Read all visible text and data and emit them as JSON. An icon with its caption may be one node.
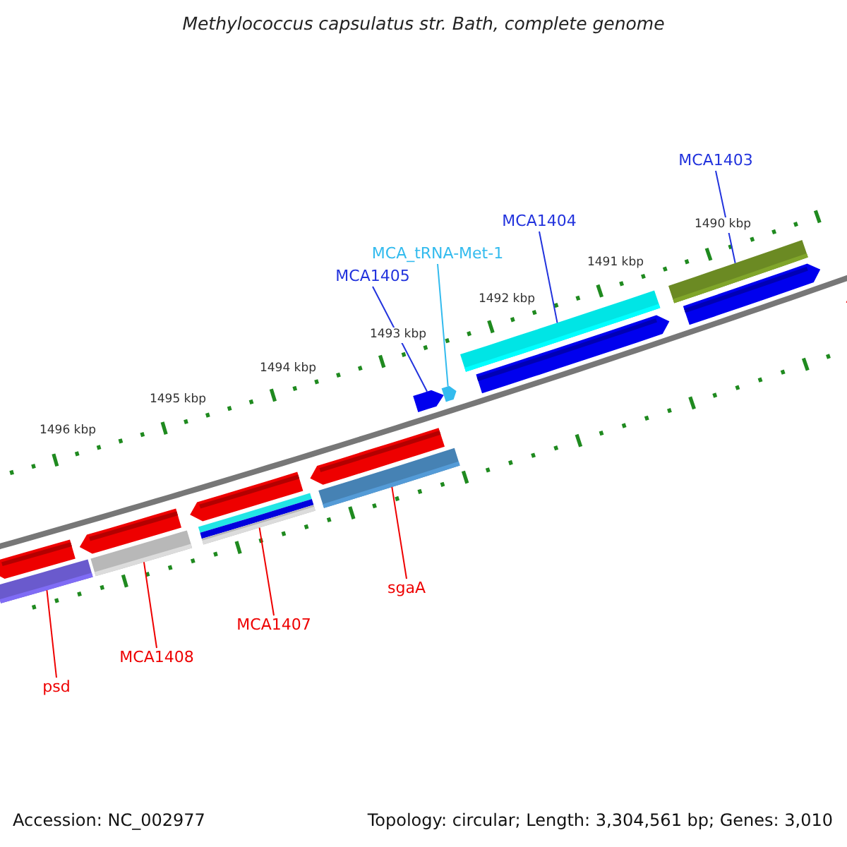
{
  "diagram": {
    "title": "Methylococcus capsulatus str. Bath, complete genome",
    "nodes": [
      {
        "text": [
          "MCA1403"
        ]
      },
      {
        "text": [
          "MCA1404"
        ]
      },
      {
        "text": [
          "MCA_tRNA-Met-1"
        ]
      },
      {
        "text": [
          "MCA1405"
        ]
      },
      {
        "text": [
          "sgaA"
        ]
      },
      {
        "text": [
          "MCA1407"
        ]
      },
      {
        "text": [
          "MCA1408"
        ]
      },
      {
        "text": [
          "psd"
        ]
      },
      {
        "text": [],
        "shape": "bar"
      },
      {
        "text": [],
        "shape": "bar"
      },
      {
        "text": [],
        "shape": "bar"
      },
      {
        "text": [],
        "shape": "bar"
      },
      {
        "text": [],
        "shape": "arrow"
      },
      {
        "text": [],
        "shape": "arrow"
      },
      {
        "text": [],
        "shape": "bar"
      },
      {
        "text": [],
        "shape": "bar"
      }
    ],
    "edges": [
      {
        "from": 0,
        "to": 15,
        "arrow": "none",
        "color": "#2233dd"
      },
      {
        "from": 1,
        "to": 14,
        "arrow": "none",
        "color": "#2233dd"
      },
      {
        "from": 2,
        "to": 13,
        "arrow": "none",
        "color": "#33bbee"
      },
      {
        "from": 3,
        "to": 12,
        "arrow": "none",
        "color": "#2233dd"
      },
      {
        "from": 4,
        "to": 11,
        "arrow": "none"
      },
      {
        "from": 5,
        "to": 10,
        "arrow": "none"
      },
      {
        "from": 6,
        "to": 9,
        "arrow": "none"
      },
      {
        "from": 7,
        "to": 8,
        "arrow": "none"
      }
    ],
    "labels": [
      "1490 kbp",
      "1491 kbp",
      "1492 kbp",
      "1493 kbp",
      "1494 kbp",
      "1495 kbp",
      "1496 kbp",
      "Accession: NC_002977",
      "Topology: circular; Length: 3,304,561 bp; Genes: 3,010"
    ]
  }
}
